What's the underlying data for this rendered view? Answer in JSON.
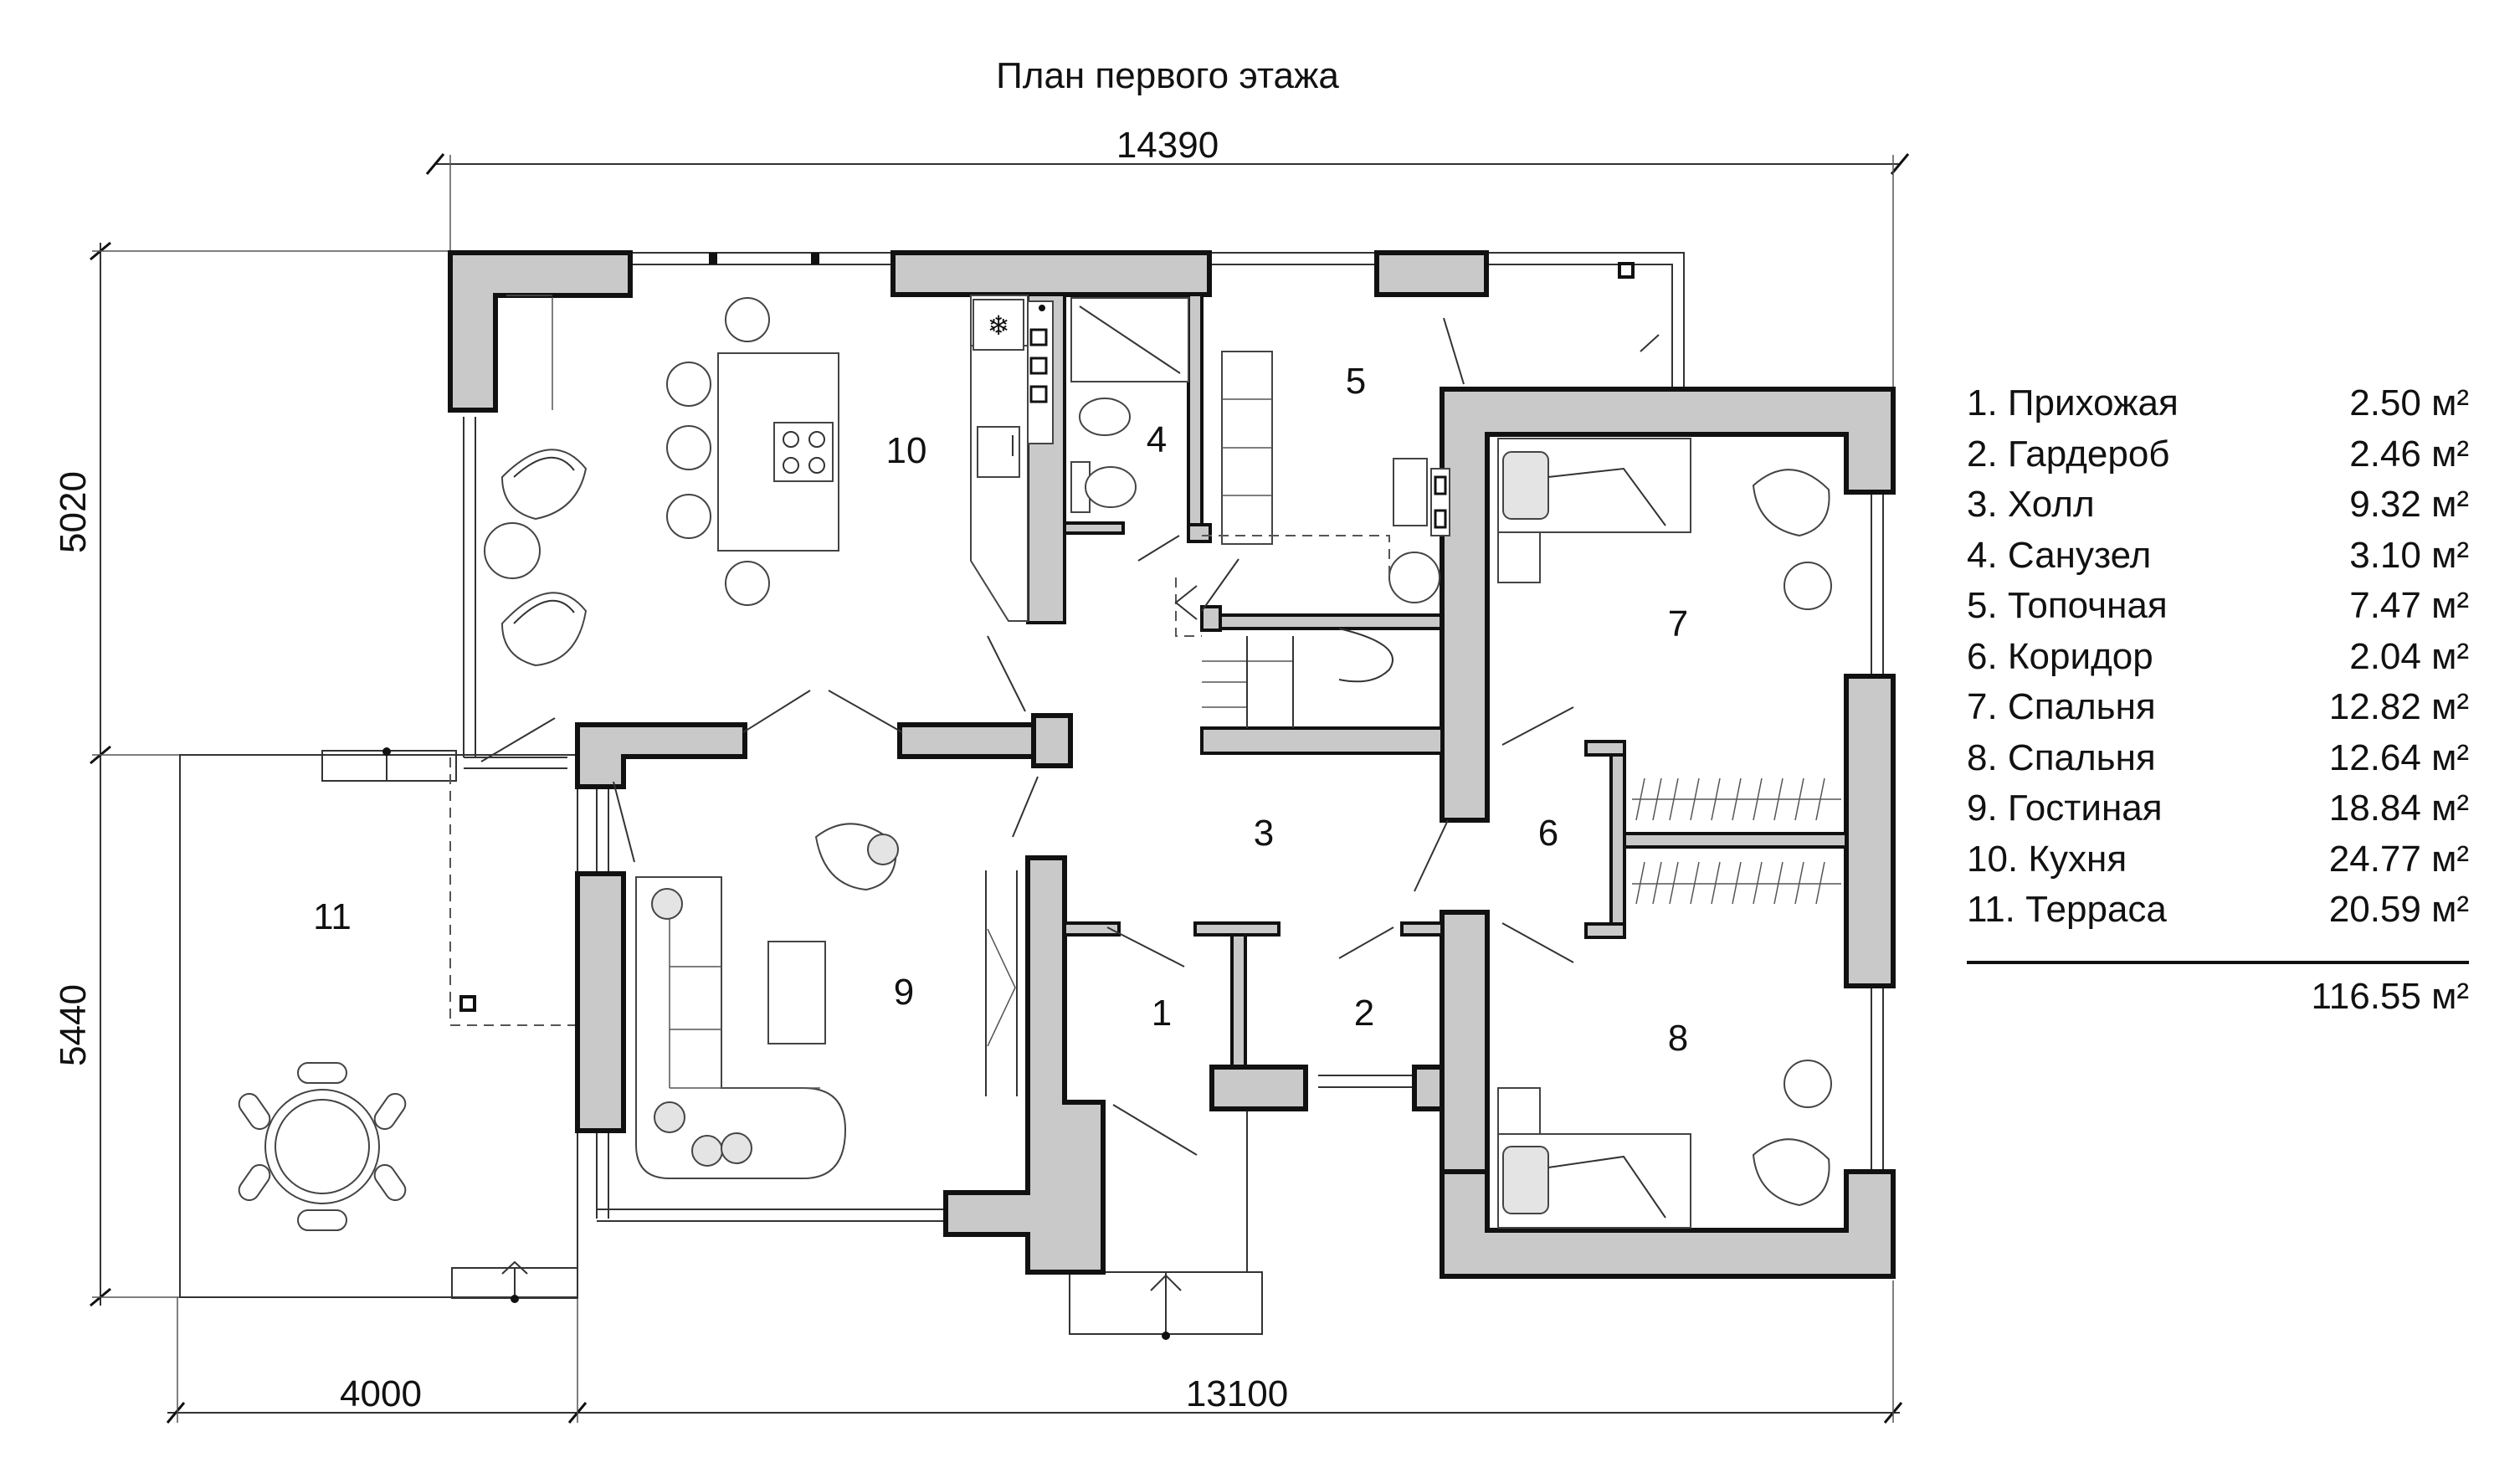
{
  "title": "План первого этажа",
  "dimensions": {
    "top": "14390",
    "left_upper": "5020",
    "left_lower": "5440",
    "bottom_left": "4000",
    "bottom_right": "13100"
  },
  "room_labels": [
    "1",
    "2",
    "3",
    "4",
    "5",
    "6",
    "7",
    "8",
    "9",
    "10",
    "11"
  ],
  "rooms": [
    {
      "name": "1. Прихожая",
      "area": "2.50 м²"
    },
    {
      "name": "2. Гардероб",
      "area": "2.46 м²"
    },
    {
      "name": "3. Холл",
      "area": "9.32 м²"
    },
    {
      "name": "4. Санузел",
      "area": "3.10 м²"
    },
    {
      "name": "5. Топочная",
      "area": "7.47 м²"
    },
    {
      "name": "6. Коридор",
      "area": "2.04 м²"
    },
    {
      "name": "7. Спальня",
      "area": "12.82 м²"
    },
    {
      "name": "8. Спальня",
      "area": "12.64 м²"
    },
    {
      "name": "9. Гостиная",
      "area": "18.84 м²"
    },
    {
      "name": "10. Кухня",
      "area": "24.77 м²"
    },
    {
      "name": "11. Терраса",
      "area": "20.59 м²"
    }
  ],
  "total_area": "116.55 м²",
  "icons": [
    "snowflake-icon",
    "stove-burner-icon",
    "toilet-icon",
    "sink-icon",
    "armchair-icon",
    "bed-icon",
    "dining-table-icon",
    "door-arrow-icon"
  ]
}
